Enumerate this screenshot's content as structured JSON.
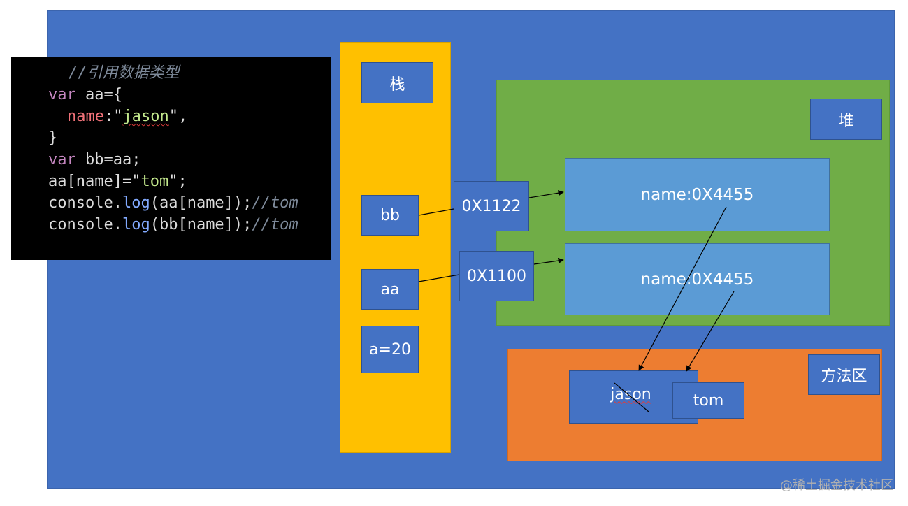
{
  "code": {
    "comment": "//引用数据类型",
    "line1_kw": "var",
    "line1_rest": " aa={",
    "line2_prop": "name",
    "line2_colon": ":\"",
    "line2_str": "jason",
    "line2_end": "\",",
    "line3": "}",
    "line4_kw": "var",
    "line4_rest": " bb=aa;",
    "line5_a": "aa[name]=\"",
    "line5_str": "tom",
    "line5_b": "\";",
    "line6_a": "console.",
    "line6_fn": "log",
    "line6_b": "(aa[name]);",
    "line6_cmt": "//tom",
    "line7_a": "console.",
    "line7_fn": "log",
    "line7_b": "(bb[name]);",
    "line7_cmt": "//tom"
  },
  "stack": {
    "title": "栈",
    "bb": "bb",
    "aa": "aa",
    "a": "a=20"
  },
  "addresses": {
    "first": "0X1122",
    "second": "0X1100"
  },
  "heap": {
    "title": "堆",
    "obj1": "name:0X4455",
    "obj2": "name:0X4455"
  },
  "method_area": {
    "title": "方法区",
    "jason": "jason",
    "tom": "tom"
  },
  "watermark": "@稀土掘金技术社区",
  "colors": {
    "slide": "#4472c4",
    "stack": "#ffc000",
    "heap": "#70ad47",
    "method_area": "#ed7d31",
    "heap_object": "#5b9bd5"
  }
}
